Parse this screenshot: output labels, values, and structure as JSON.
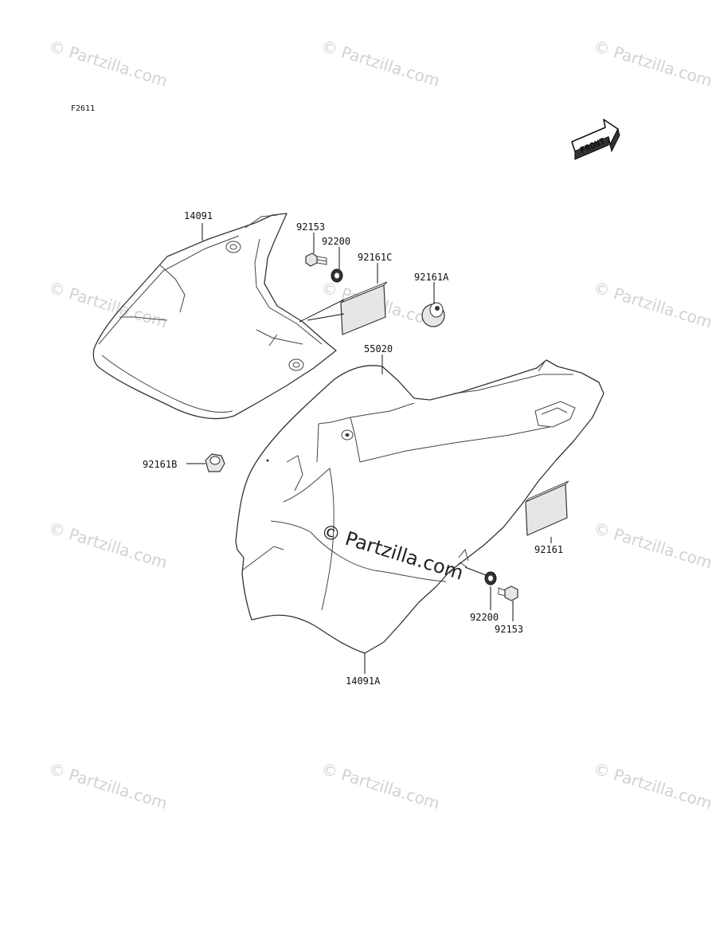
{
  "figure_code": "F2611",
  "front_arrow_label": "FRONT",
  "watermark_text": "© Partzilla.com",
  "center_watermark_text": "© Partzilla.com",
  "parts": [
    {
      "id": "p14091",
      "label": "14091"
    },
    {
      "id": "p92153a",
      "label": "92153"
    },
    {
      "id": "p92200a",
      "label": "92200"
    },
    {
      "id": "p92161c",
      "label": "92161C"
    },
    {
      "id": "p92161a",
      "label": "92161A"
    },
    {
      "id": "p55020",
      "label": "55020"
    },
    {
      "id": "p92161b",
      "label": "92161B"
    },
    {
      "id": "p92161",
      "label": "92161"
    },
    {
      "id": "p92200b",
      "label": "92200"
    },
    {
      "id": "p92153b",
      "label": "92153"
    },
    {
      "id": "p14091a",
      "label": "14091A"
    }
  ],
  "colors": {
    "line": "#333333",
    "watermark": "#d2d2d2",
    "shade": "#e6e6e6"
  }
}
